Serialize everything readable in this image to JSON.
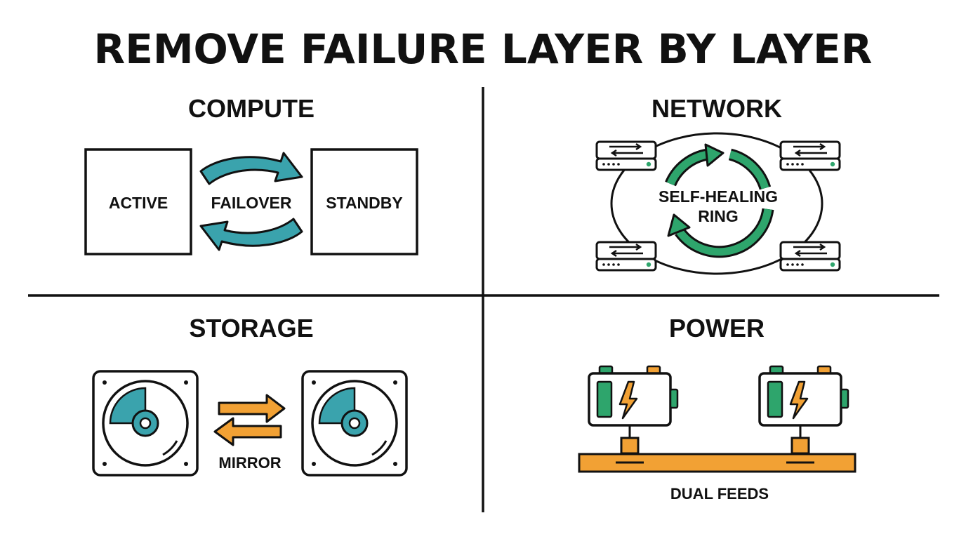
{
  "title": "REMOVE FAILURE LAYER BY LAYER",
  "colors": {
    "ink": "#111111",
    "teal": "#3aa3ad",
    "green": "#2ea56c",
    "orange": "#f2a134",
    "background": "#ffffff"
  },
  "quadrants": {
    "compute": {
      "heading": "COMPUTE",
      "active_label": "ACTIVE",
      "failover_label": "FAILOVER",
      "standby_label": "STANDBY",
      "icons": [
        "curved-arrow-right-icon",
        "curved-arrow-left-icon"
      ]
    },
    "network": {
      "heading": "NETWORK",
      "ring_label_line1": "SELF-HEALING",
      "ring_label_line2": "RING",
      "icons": [
        "network-switch-icon",
        "circular-arrows-icon"
      ]
    },
    "storage": {
      "heading": "STORAGE",
      "mirror_label": "MIRROR",
      "icons": [
        "hard-drive-icon",
        "sync-arrows-icon"
      ]
    },
    "power": {
      "heading": "POWER",
      "feeds_label": "DUAL FEEDS",
      "icons": [
        "battery-icon",
        "lightning-bolt-icon",
        "power-bus-icon"
      ]
    }
  }
}
